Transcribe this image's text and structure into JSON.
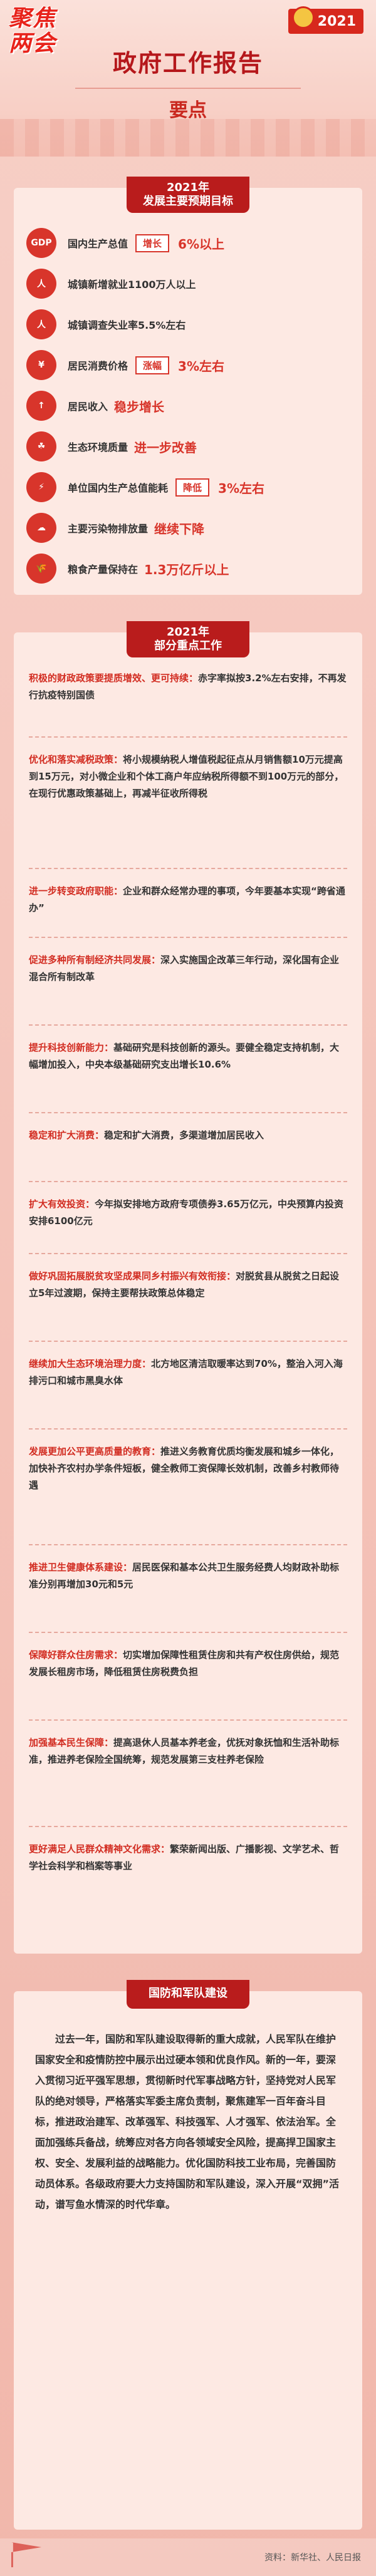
{
  "header": {
    "brand_line1": "聚焦",
    "brand_line2": "两会",
    "year": "2021",
    "title": "政府工作报告",
    "subtitle": "要点"
  },
  "targets": {
    "heading_line1": "2021年",
    "heading_line2": "发展主要预期目标",
    "items": [
      {
        "icon": "GDP",
        "label": "国内生产总值",
        "box": "增长",
        "value": "6%以上"
      },
      {
        "icon": "人",
        "label": "城镇新增就业1100万人以上",
        "box": "",
        "value": ""
      },
      {
        "icon": "人",
        "label": "城镇调查失业率5.5%左右",
        "box": "",
        "value": ""
      },
      {
        "icon": "¥",
        "label": "居民消费价格",
        "box": "涨幅",
        "value": "3%左右"
      },
      {
        "icon": "↑",
        "label": "居民收入",
        "box": "",
        "value": "稳步增长"
      },
      {
        "icon": "☘",
        "label": "生态环境质量",
        "box": "",
        "value": "进一步改善"
      },
      {
        "icon": "⚡",
        "label": "单位国内生产总值能耗",
        "box": "降低",
        "value": "3%左右"
      },
      {
        "icon": "☁",
        "label": "主要污染物排放量",
        "box": "",
        "value": "继续下降"
      },
      {
        "icon": "🌾",
        "label": "粮食产量保持在",
        "box": "",
        "value": "1.3万亿斤以上"
      }
    ]
  },
  "work": {
    "heading_line1": "2021年",
    "heading_line2": "部分重点工作",
    "items": [
      {
        "lead": "积极的财政政策要提质增效、更可持续：",
        "body": "赤字率拟按3.2%左右安排，不再发行抗疫特别国债"
      },
      {
        "lead": "优化和落实减税政策：",
        "body": "将小规模纳税人增值税起征点从月销售额10万元提高到15万元，对小微企业和个体工商户年应纳税所得额不到100万元的部分，在现行优惠政策基础上，再减半征收所得税"
      },
      {
        "lead": "进一步转变政府职能：",
        "body": "企业和群众经常办理的事项，今年要基本实现“跨省通办”"
      },
      {
        "lead": "促进多种所有制经济共同发展：",
        "body": "深入实施国企改革三年行动，深化国有企业混合所有制改革"
      },
      {
        "lead": "提升科技创新能力：",
        "body": "基础研究是科技创新的源头。要健全稳定支持机制，大幅增加投入，中央本级基础研究支出增长10.6%"
      },
      {
        "lead": "稳定和扩大消费：",
        "body": "稳定和扩大消费，多渠道增加居民收入"
      },
      {
        "lead": "扩大有效投资：",
        "body": "今年拟安排地方政府专项债券3.65万亿元，中央预算内投资安排6100亿元"
      },
      {
        "lead": "做好巩固拓展脱贫攻坚成果同乡村振兴有效衔接：",
        "body": "对脱贫县从脱贫之日起设立5年过渡期，保持主要帮扶政策总体稳定"
      },
      {
        "lead": "继续加大生态环境治理力度：",
        "body": "北方地区清洁取暖率达到70%，整治入河入海排污口和城市黑臭水体"
      },
      {
        "lead": "发展更加公平更高质量的教育：",
        "body": "推进义务教育优质均衡发展和城乡一体化，加快补齐农村办学条件短板，健全教师工资保障长效机制，改善乡村教师待遇"
      },
      {
        "lead": "推进卫生健康体系建设：",
        "body": "居民医保和基本公共卫生服务经费人均财政补助标准分别再增加30元和5元"
      },
      {
        "lead": "保障好群众住房需求：",
        "body": "切实增加保障性租赁住房和共有产权住房供给，规范发展长租房市场，降低租赁住房税费负担"
      },
      {
        "lead": "加强基本民生保障：",
        "body": "提高退休人员基本养老金，优抚对象抚恤和生活补助标准，推进养老保险全国统筹，规范发展第三支柱养老保险"
      },
      {
        "lead": "更好满足人民群众精神文化需求：",
        "body": "繁荣新闻出版、广播影视、文学艺术、哲学社会科学和档案等事业"
      }
    ]
  },
  "defense": {
    "heading": "国防和军队建设",
    "text": "过去一年，国防和军队建设取得新的重大成就，人民军队在维护国家安全和疫情防控中展示出过硬本领和优良作风。新的一年，要深入贯彻习近平强军思想，贯彻新时代军事战略方针，坚持党对人民军队的绝对领导，严格落实军委主席负责制，聚焦建军一百年奋斗目标，推进政治建军、改革强军、科技强军、人才强军、依法治军。全面加强练兵备战，统筹应对各方向各领域安全风险，提高捍卫国家主权、安全、发展利益的战略能力。优化国防科技工业布局，完善国防动员体系。各级政府要大力支持国防和军队建设，深入开展“双拥”活动，谱写鱼水情深的时代华章。"
  },
  "footer": {
    "source": "资料：新华社、人民日报"
  },
  "colors": {
    "accent": "#d22d22",
    "heading_bg": "#b91c1c",
    "card_bg": "#fde9e3",
    "page_bg": "#f3c2b8"
  }
}
